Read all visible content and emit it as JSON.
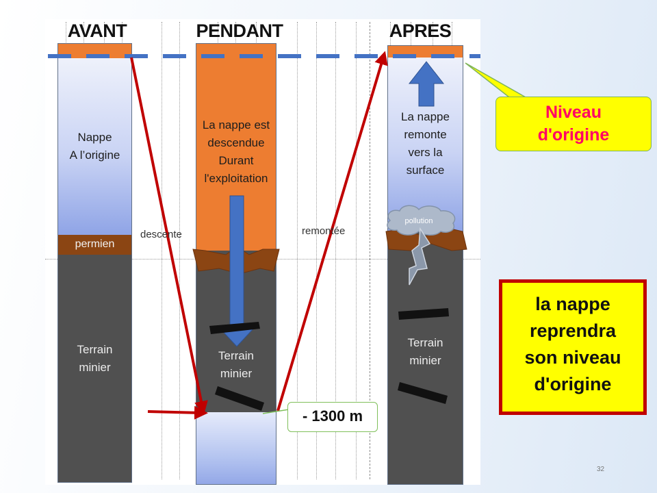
{
  "columns": {
    "avant": {
      "title": "AVANT",
      "nappe_label": "Nappe\nA l’origine",
      "layer_label": "permien",
      "terrain_label": "Terrain\nminier"
    },
    "pendant": {
      "title": "PENDANT",
      "nappe_label": "La nappe est\ndescendue\nDurant\nl'exploitation",
      "terrain_label": "Terrain\nminier"
    },
    "apres": {
      "title": "APRES",
      "nappe_label": "La nappe\nremonte\nvers la\nsurface",
      "pollution_label": "pollution",
      "terrain_label": "Terrain\nminier"
    }
  },
  "arrows": {
    "descent_label": "descente",
    "ascent_label": "remontée"
  },
  "depth_label": "- 1300 m",
  "callouts": {
    "origin_level": "Niveau\nd'origine",
    "conclusion": "la nappe\nreprendra\nson niveau\nd'origine"
  },
  "page_number": "32",
  "colors": {
    "water_orange": "#ed7d31",
    "permien_brown": "#8b4513",
    "terrain_gray": "#505050",
    "arrow_red": "#c00000",
    "arrow_blue": "#4472c4",
    "level_line_blue": "#4472c4",
    "callout_yellow": "#ffff00",
    "callout_text_pink": "#ff0066"
  }
}
